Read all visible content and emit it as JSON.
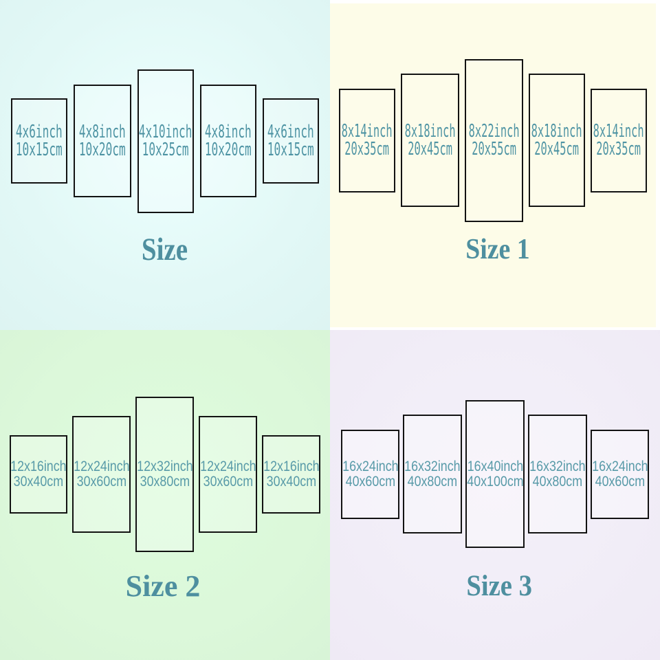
{
  "description_text": "",
  "colors": {
    "quadrant_tl_background": "#e2f8f6",
    "quadrant_tr_background": "#fdfce8",
    "quadrant_bl_background": "#dcf8da",
    "quadrant_br_background": "#f1edf7",
    "panel_border": "#121212",
    "panel_label_teal": "#4d93a3",
    "title_teal": "#4e8f9f",
    "outer_gap_white": "#ffffff"
  },
  "quadrants": [
    {
      "title": "Size",
      "panels": [
        {
          "inch": "4x6inch",
          "cm": "10x15cm"
        },
        {
          "inch": "4x8inch",
          "cm": "10x20cm"
        },
        {
          "inch": "4x10inch",
          "cm": "10x25cm"
        },
        {
          "inch": "4x8inch",
          "cm": "10x20cm"
        },
        {
          "inch": "4x6inch",
          "cm": "10x15cm"
        }
      ]
    },
    {
      "title": "Size 1",
      "panels": [
        {
          "inch": "8x14inch",
          "cm": "20x35cm"
        },
        {
          "inch": "8x18inch",
          "cm": "20x45cm"
        },
        {
          "inch": "8x22inch",
          "cm": "20x55cm"
        },
        {
          "inch": "8x18inch",
          "cm": "20x45cm"
        },
        {
          "inch": "8x14inch",
          "cm": "20x35cm"
        }
      ]
    },
    {
      "title": "Size 2",
      "panels": [
        {
          "inch": "12x16inch",
          "cm": "30x40cm"
        },
        {
          "inch": "12x24inch",
          "cm": "30x60cm"
        },
        {
          "inch": "12x32inch",
          "cm": "30x80cm"
        },
        {
          "inch": "12x24inch",
          "cm": "30x60cm"
        },
        {
          "inch": "12x16inch",
          "cm": "30x40cm"
        }
      ]
    },
    {
      "title": "Size 3",
      "panels": [
        {
          "inch": "16x24inch",
          "cm": "40x60cm"
        },
        {
          "inch": "16x32inch",
          "cm": "40x80cm"
        },
        {
          "inch": "16x40inch",
          "cm": "40x100cm"
        },
        {
          "inch": "16x32inch",
          "cm": "40x80cm"
        },
        {
          "inch": "16x24inch",
          "cm": "40x60cm"
        }
      ]
    }
  ]
}
